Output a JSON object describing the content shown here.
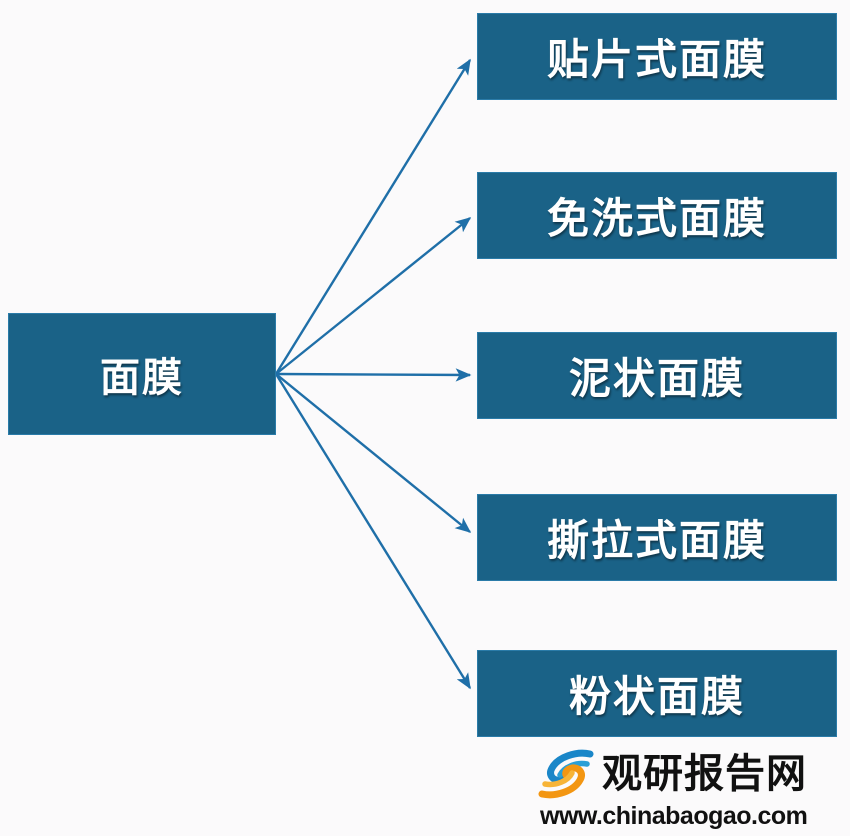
{
  "diagram": {
    "type": "tree-fan",
    "background_color": "#fbfafb",
    "node_fill_color": "#1a6287",
    "node_border_color": "#2a7ba8",
    "node_text_color": "#ffffff",
    "connector_color": "#1f6fa8",
    "root": {
      "label": "面膜"
    },
    "branches": [
      {
        "label": "贴片式面膜"
      },
      {
        "label": "免洗式面膜"
      },
      {
        "label": "泥状面膜"
      },
      {
        "label": "撕拉式面膜"
      },
      {
        "label": "粉状面膜"
      }
    ]
  },
  "watermark": {
    "brand": "观研报告网",
    "url": "www.chinabaogao.com",
    "logo_icon": "swirl-logo-icon",
    "logo_blue": "#1a86c8",
    "logo_orange": "#f39612"
  }
}
